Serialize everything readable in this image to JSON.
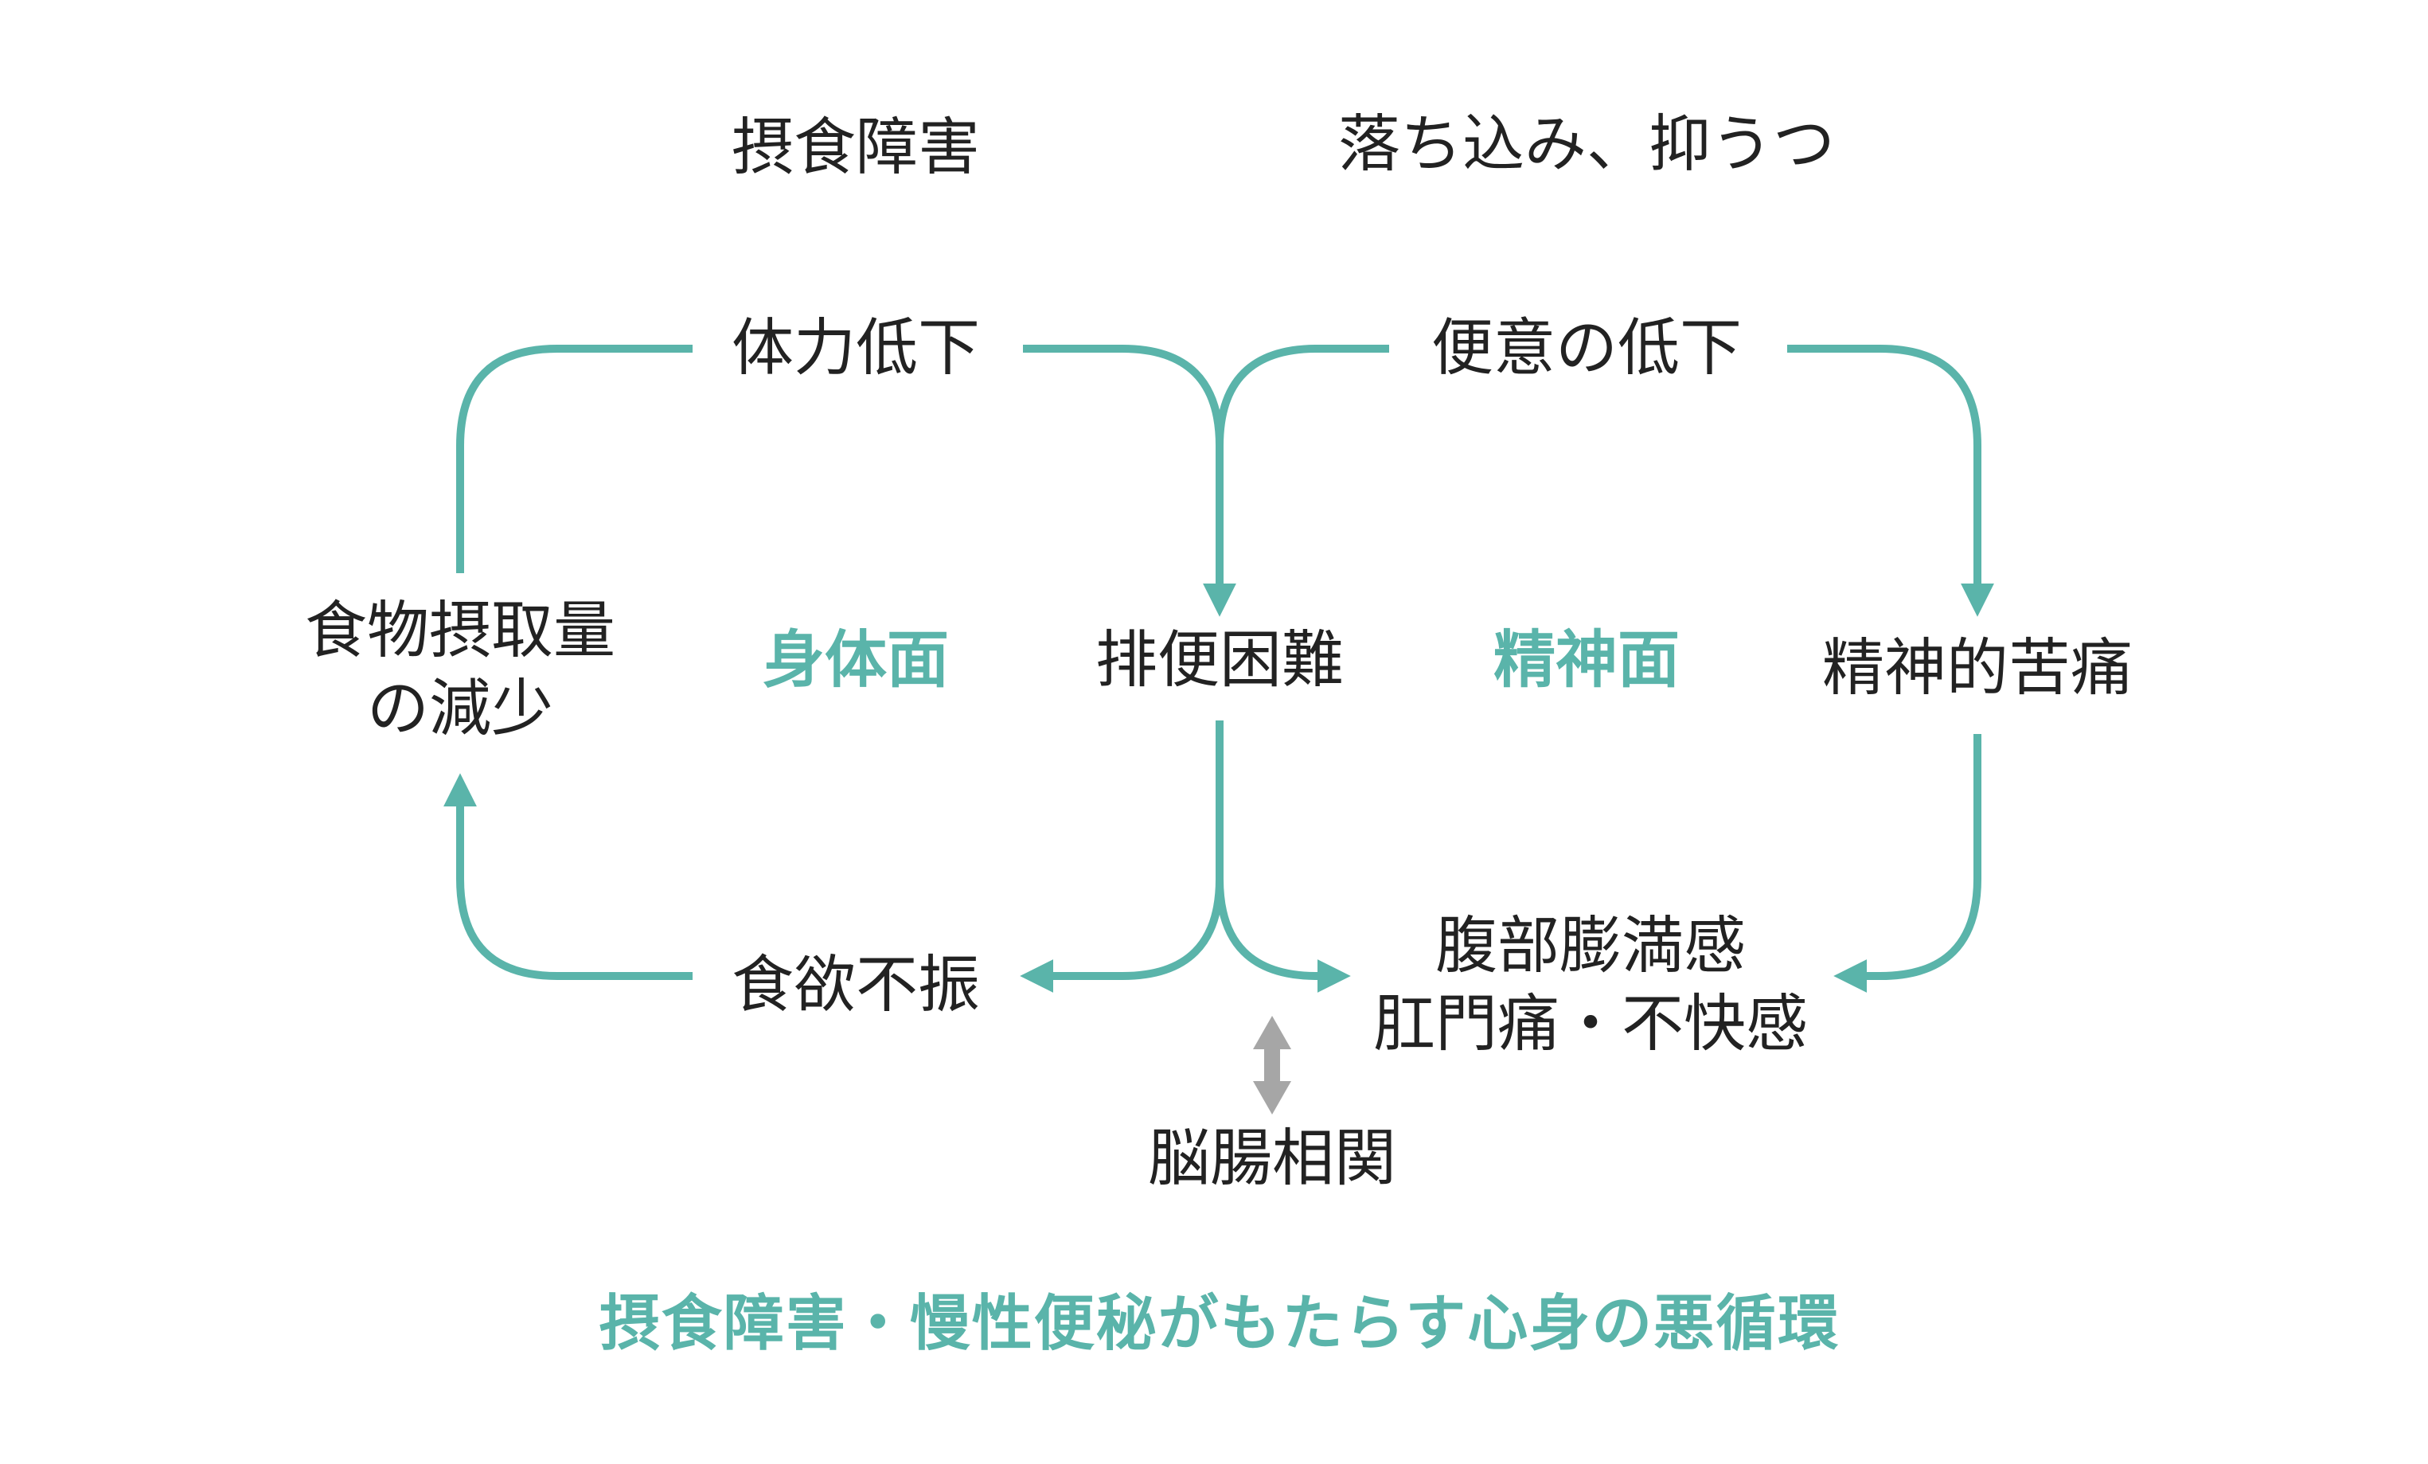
{
  "colors": {
    "accent": "#5ab4aa",
    "text": "#222222",
    "gray_arrow": "#a6a6a6",
    "background": "#ffffff"
  },
  "header": {
    "left_heading": "摂食障害",
    "right_heading": "落ち込み、抑うつ"
  },
  "nodes": {
    "stamina_decline": "体力低下",
    "defecation_urge_decline": "便意の低下",
    "food_intake_line1": "食物摂取量",
    "food_intake_line2": "の減少",
    "defecation_difficulty": "排便困難",
    "mental_distress": "精神的苦痛",
    "appetite_loss": "食欲不振",
    "abdominal_line1": "腹部膨満感",
    "abdominal_line2": "肛門痛・不快感",
    "gut_brain": "脳腸相関"
  },
  "aspects": {
    "physical": "身体面",
    "mental": "精神面"
  },
  "footer": {
    "caption": "摂食障害・慢性便秘がもたらす心身の悪循環"
  }
}
